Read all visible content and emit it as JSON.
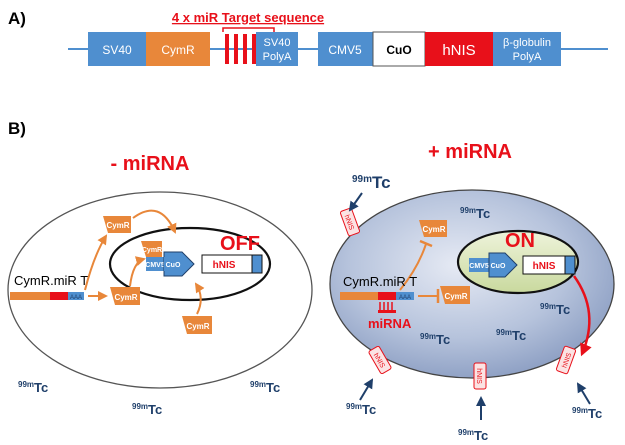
{
  "panel_a": {
    "label": "A)",
    "target_label": "4 x miR Target sequence",
    "blocks": {
      "sv40": "SV40",
      "cymr": "CymR",
      "sv40polya_1": "SV40",
      "sv40polya_2": "PolyA",
      "cmv5": "CMV5",
      "cuo": "CuO",
      "hnis": "hNIS",
      "bglobin_1": "β-globulin",
      "bglobin_2": "PolyA"
    }
  },
  "panel_b": {
    "label": "B)",
    "left": {
      "title": "- miRNA",
      "construct": "CymR.miR T",
      "aaa": "AAA",
      "cymr": "CymR",
      "cmv5": "CMV5",
      "cuo": "CuO",
      "hnis": "hNIS",
      "state": "OFF"
    },
    "right": {
      "title": "+ miRNA",
      "construct": "CymR.miR T",
      "aaa": "AAA",
      "mirna": "miRNA",
      "cymr": "CymR",
      "cmv5": "CMV5",
      "cuo": "CuO",
      "hnis": "hNIS",
      "state": "ON",
      "transporter": "hNIS"
    },
    "tc": {
      "sup": "99m",
      "sym": "Tc"
    }
  },
  "colors": {
    "blue": "#4f8fcf",
    "orange": "#e8873a",
    "red": "#e8101a",
    "navy": "#1f3f6a",
    "green_fill": "#d9e4b5"
  }
}
